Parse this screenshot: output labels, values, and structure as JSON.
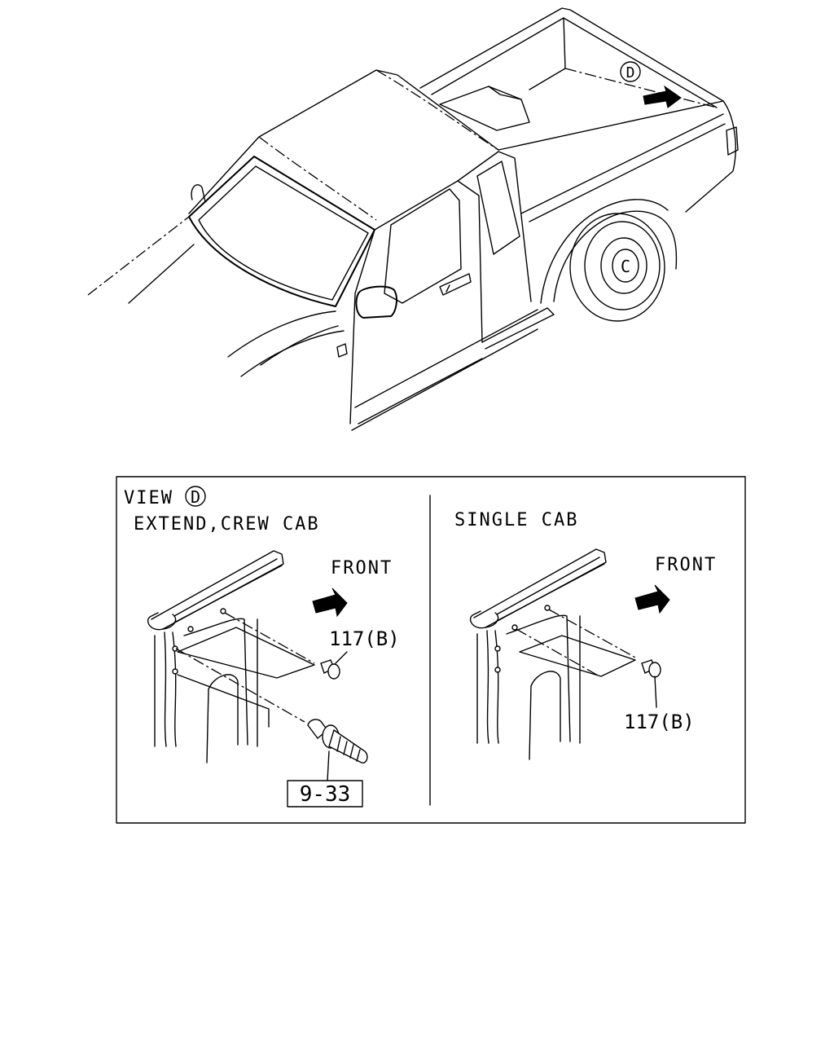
{
  "callouts": {
    "view_marker": "D",
    "wheel_marker": "C"
  },
  "view_panel": {
    "view_label": "VIEW",
    "view_marker": "D",
    "left": {
      "title": "EXTEND,CREW CAB",
      "front_label": "FRONT",
      "part_bolt": "117(B)",
      "part_ref": "9-33"
    },
    "right": {
      "title": "SINGLE CAB",
      "front_label": "FRONT",
      "part_bolt": "117(B)"
    }
  }
}
